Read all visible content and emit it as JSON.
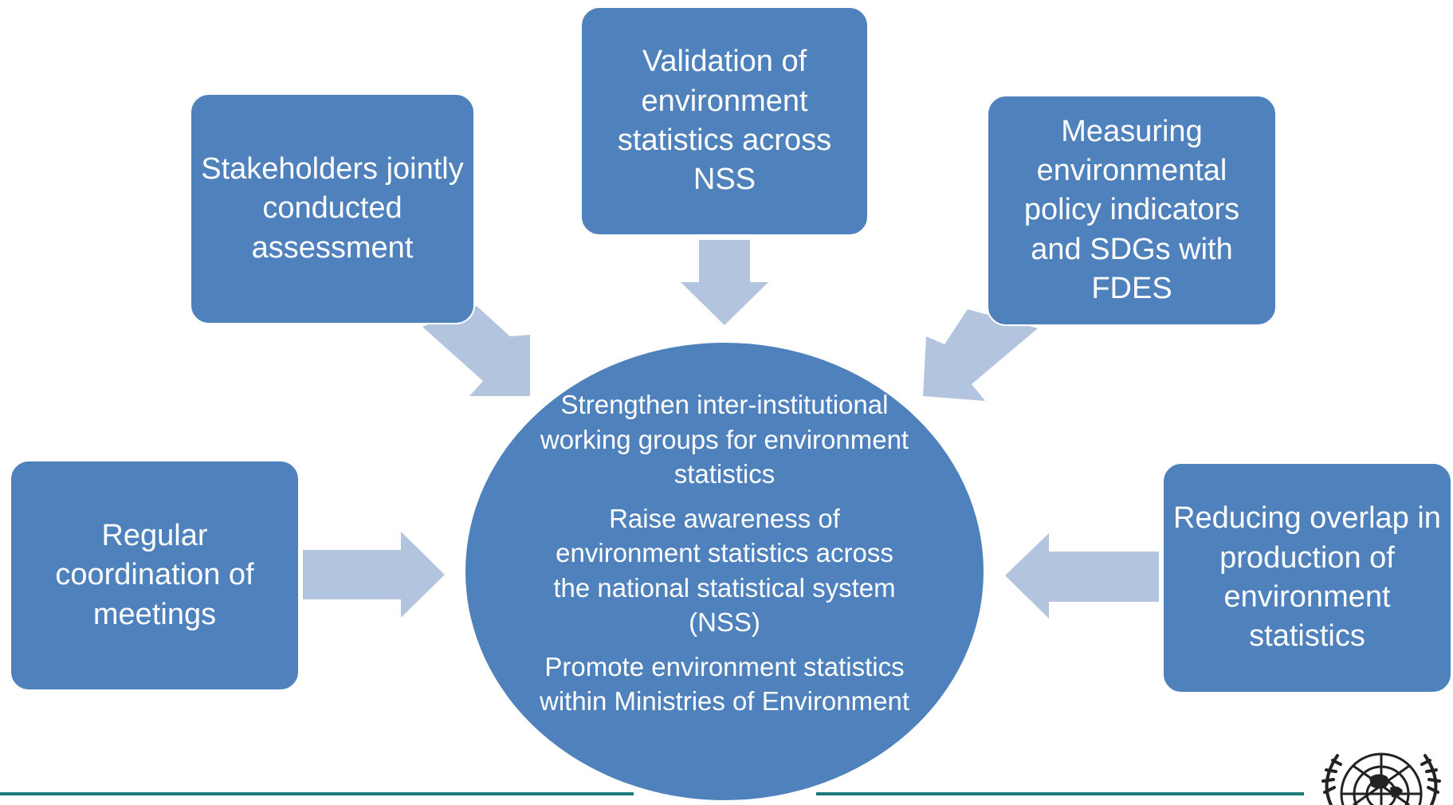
{
  "boxes": {
    "top": "Validation of environment statistics across NSS",
    "left_upper": "Stakeholders jointly conducted assessment",
    "right_upper": "Measuring environmental policy indicators and SDGs with FDES",
    "left_lower": "Regular coordination of meetings",
    "right_lower": "Reducing overlap in production of environment statistics"
  },
  "center": {
    "items": [
      "Strengthen inter-institutional working groups for environment statistics",
      "Raise awareness of environment statistics across the national statistical system (NSS)",
      "Promote environment statistics within Ministries of Environment"
    ]
  },
  "colors": {
    "box_fill": "#4f81bd",
    "arrow_fill": "#b3c4df",
    "footer_line": "#1d7a7a"
  },
  "icons": {
    "emblem": "un-emblem"
  }
}
